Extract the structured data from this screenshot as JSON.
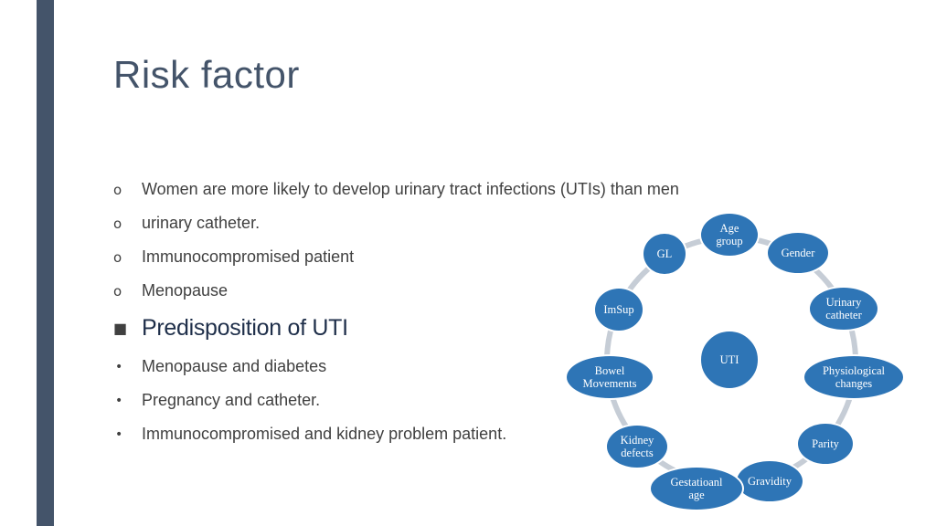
{
  "slide": {
    "title": "Risk factor",
    "bullets": [
      {
        "marker": "o",
        "text": "Women are more likely to develop urinary tract infections (UTIs) than men"
      },
      {
        "marker": "o",
        "text": "urinary catheter."
      },
      {
        "marker": "o",
        "text": "Immunocompromised patient"
      },
      {
        "marker": "o",
        "text": "Menopause"
      },
      {
        "marker": "■",
        "text": "Predisposition of UTI"
      },
      {
        "marker": "•",
        "text": "Menopause and diabetes"
      },
      {
        "marker": "•",
        "text": "Pregnancy and catheter."
      },
      {
        "marker": "•",
        "text": "Immunocompromised and kidney problem patient."
      }
    ]
  },
  "diagram": {
    "center": "UTI",
    "nodes": [
      {
        "label": "Age\ngroup"
      },
      {
        "label": "Gender"
      },
      {
        "label": "Urinary\ncatheter"
      },
      {
        "label": "Physiological\nchanges"
      },
      {
        "label": "Parity"
      },
      {
        "label": "Gravidity"
      },
      {
        "label": "Gestatioanl\nage"
      },
      {
        "label": "Kidney\ndefects"
      },
      {
        "label": "Bowel\nMovements"
      },
      {
        "label": "ImSup"
      },
      {
        "label": "GL"
      }
    ]
  },
  "colors": {
    "accent_bar": "#44546a",
    "node_fill": "#2e75b6",
    "ring": "#c6cdd6",
    "title": "#44546a"
  }
}
